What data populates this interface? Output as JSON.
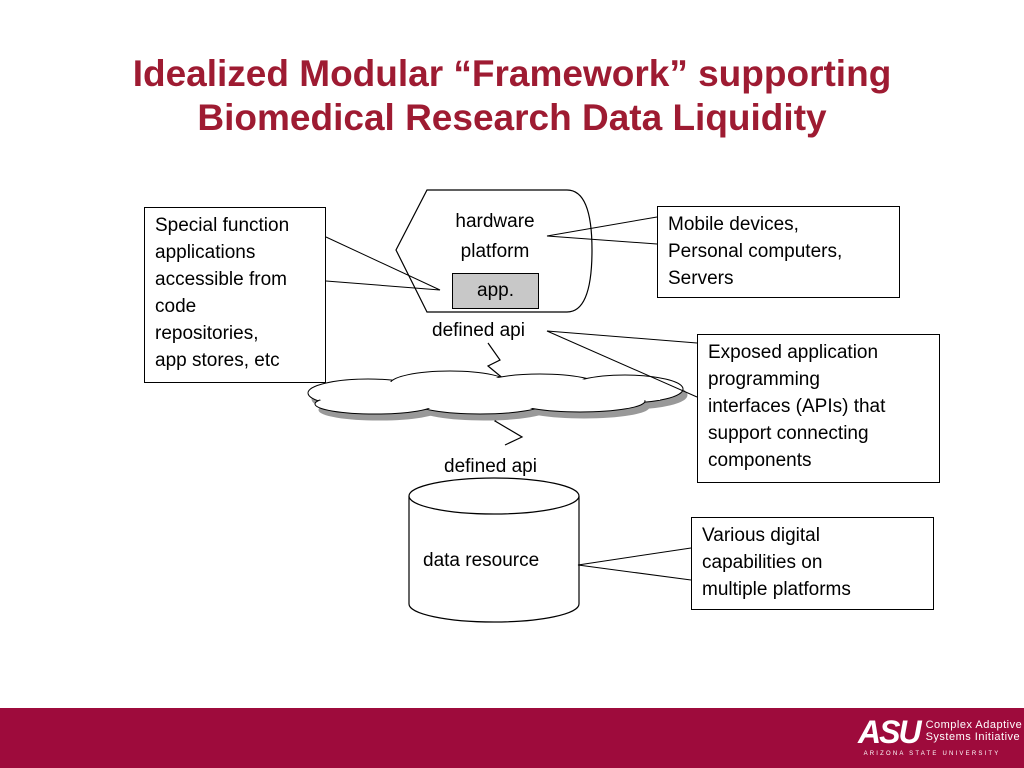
{
  "title": {
    "line1": "Idealized Modular “Framework” supporting",
    "line2": "Biomedical Research Data Liquidity"
  },
  "diagram": {
    "hardware_label_1": "hardware",
    "hardware_label_2": "platform",
    "app_label": "app.",
    "api_top_label": "defined api",
    "api_bottom_label": "defined api",
    "data_resource_label": "data resource"
  },
  "callouts": {
    "special_function": [
      "Special function",
      "applications",
      "accessible from",
      "code",
      "repositories,",
      "app stores, etc"
    ],
    "devices": [
      "Mobile devices,",
      "Personal computers,",
      "Servers"
    ],
    "apis": [
      "Exposed  application",
      "programming",
      "interfaces (APIs) that",
      "support connecting",
      "components"
    ],
    "digital": [
      "Various digital",
      "capabilities on",
      "multiple platforms"
    ]
  },
  "footer": {
    "logo_mark": "ASU",
    "logo_line1": "Complex Adaptive",
    "logo_line2": "Systems Initiative",
    "logo_line3": "ARIZONA STATE UNIVERSITY"
  },
  "colors": {
    "title": "#9e1b32",
    "footer": "#9e0b3c",
    "cloud_shadow": "#999999",
    "app_fill": "#c8c8c8"
  }
}
